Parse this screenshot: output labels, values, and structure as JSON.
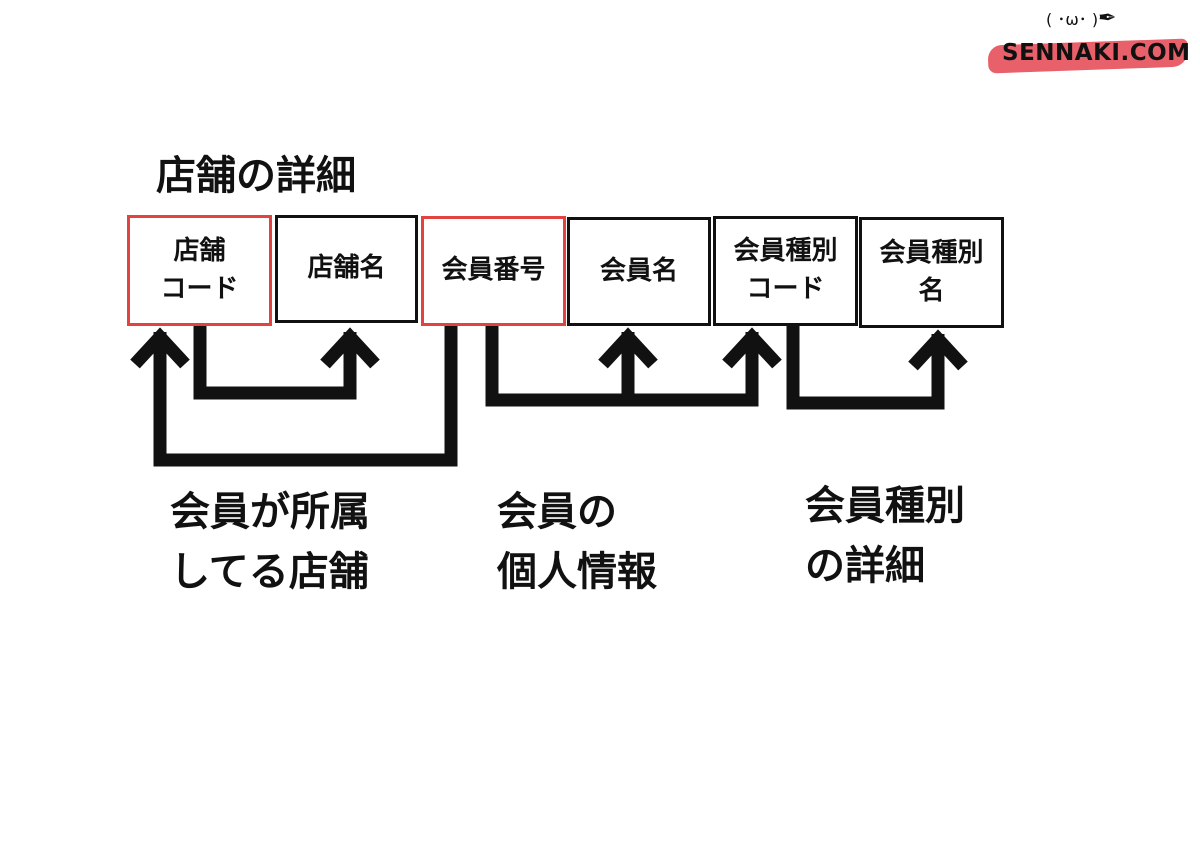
{
  "logo": {
    "text": "SENNAKI.COM",
    "face": "( ･ω･ )",
    "accent_color": "#e8616a"
  },
  "title": "店舗の詳細",
  "fields": [
    {
      "label": "店舗\nコード",
      "key": true
    },
    {
      "label": "店舗名",
      "key": false
    },
    {
      "label": "会員番号",
      "key": true
    },
    {
      "label": "会員名",
      "key": false
    },
    {
      "label": "会員種別\nコード",
      "key": false
    },
    {
      "label": "会員種別\n名",
      "key": false
    }
  ],
  "captions": [
    "会員が所属\nしてる店舗",
    "会員の\n個人情報",
    "会員種別\nの詳細"
  ],
  "colors": {
    "key_border": "#e2433f",
    "line": "#111111"
  }
}
